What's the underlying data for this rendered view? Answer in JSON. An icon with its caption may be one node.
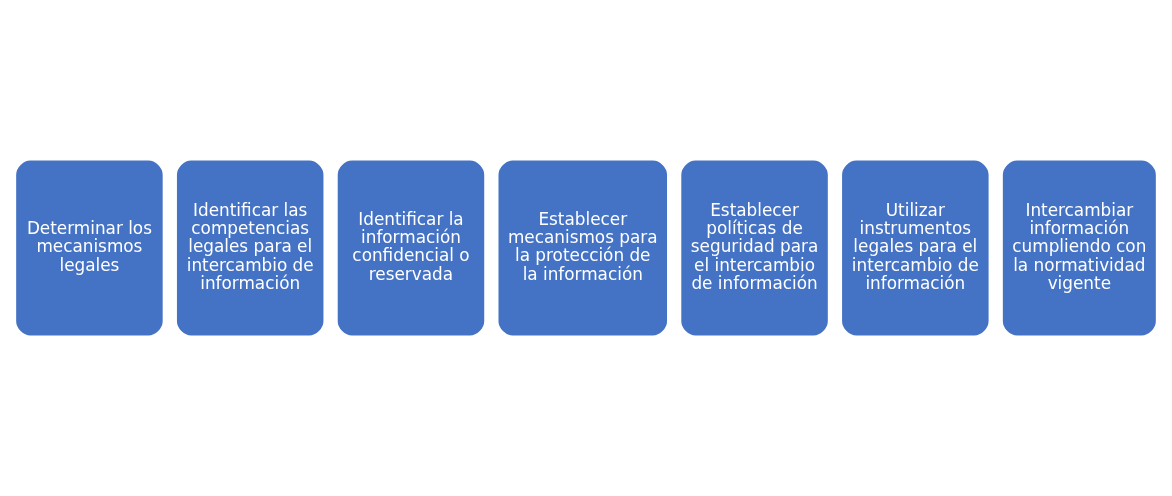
{
  "diagram": {
    "nodes": [
      {
        "text": [
          "Determinar los mecanismos legales"
        ]
      },
      {
        "text": [
          "Identificar las competencias legales para el intercambio de información"
        ]
      },
      {
        "text": [
          "Identificar la información confidencial o reservada"
        ]
      },
      {
        "text": [
          "Establecer mecanismos para la protección de la información"
        ]
      },
      {
        "text": [
          "Establecer políticas de seguridad para el intercambio de información"
        ]
      },
      {
        "text": [
          "Utilizar instrumentos legales para el intercambio de información"
        ]
      },
      {
        "text": [
          "Intercambiar información cumpliendo con la normatividad vigente"
        ]
      }
    ]
  }
}
